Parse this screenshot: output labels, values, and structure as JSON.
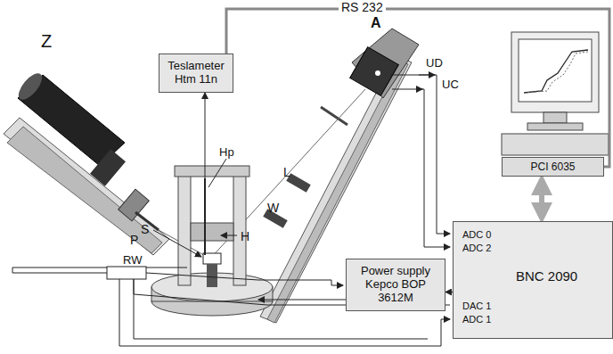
{
  "diagram": {
    "nodes": [
      {
        "text": [
          "Teslameter Htm 11n"
        ]
      },
      {
        "text": [
          "PCI 6035"
        ]
      },
      {
        "text": [
          "BNC 2090",
          "ADC 0",
          "ADC 2",
          "DAC 1",
          "ADC 1"
        ]
      },
      {
        "text": [
          "Power supply Kepco BOP 3612M"
        ]
      }
    ],
    "edges": [
      {
        "from": 0,
        "to": 1,
        "label": "RS 232",
        "arrow": "none"
      },
      {
        "from": 1,
        "to": 2,
        "arrow": "both"
      },
      {
        "from": 2,
        "to": 3,
        "arrow": "to"
      }
    ],
    "labels": [
      "Z",
      "P",
      "Hp",
      "S",
      "H",
      "A",
      "L",
      "W",
      "UD",
      "UC",
      "RW"
    ]
  }
}
